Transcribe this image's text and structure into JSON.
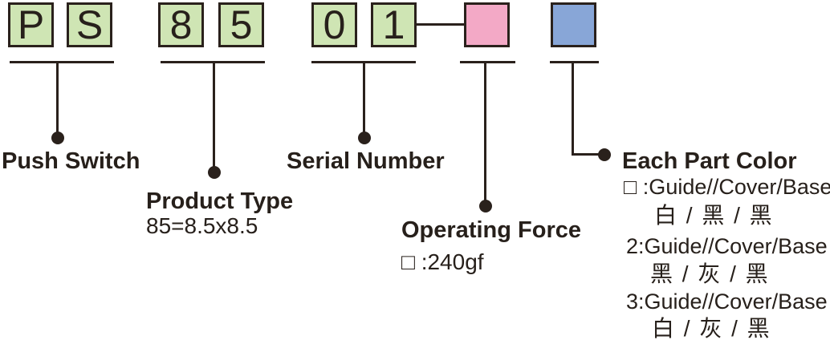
{
  "diagram": {
    "code_boxes": [
      {
        "char": "P",
        "color": "green"
      },
      {
        "char": "S",
        "color": "green"
      },
      {
        "char": "8",
        "color": "green"
      },
      {
        "char": "5",
        "color": "green"
      },
      {
        "char": "0",
        "color": "green"
      },
      {
        "char": "1",
        "color": "green"
      },
      {
        "char": "",
        "color": "pink"
      },
      {
        "char": "",
        "color": "blue"
      }
    ],
    "labels": {
      "push_switch": "Push Switch",
      "product_type": {
        "title": "Product Type",
        "detail": "85=8.5x8.5"
      },
      "serial_number": "Serial Number",
      "operating_force": {
        "title": "Operating Force",
        "detail": "□ :240gf"
      },
      "each_part_color": {
        "title": "Each Part Color",
        "options": [
          {
            "code": "□ :Guide//Cover/Base",
            "colors": "白 / 黑 / 黑"
          },
          {
            "code": "2:Guide//Cover/Base",
            "colors": "黑 / 灰 / 黑"
          },
          {
            "code": "3:Guide//Cover/Base",
            "colors": "白 / 灰 / 黑"
          }
        ]
      }
    },
    "colors": {
      "box_green": "#cfe5b4",
      "box_pink": "#f3a9c6",
      "box_blue": "#88a6d7",
      "line": "#2a211c",
      "text": "#27201b",
      "background": "#ffffff"
    }
  }
}
